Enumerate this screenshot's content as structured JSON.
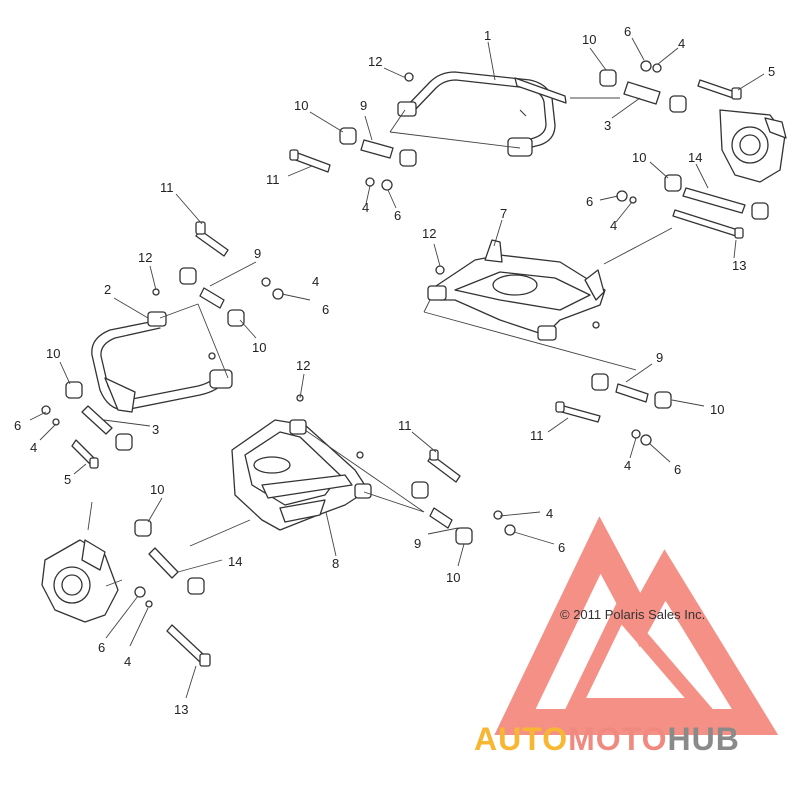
{
  "copyright": "© 2011 Polaris Sales Inc.",
  "watermark": {
    "word_auto": "AUTO",
    "word_moto": "MOTO",
    "word_hub": "HUB",
    "color_auto": "#f7b733",
    "color_moto": "#f08a80",
    "color_hub": "#8a8a8a",
    "logo_color": "#f26b5e"
  },
  "callouts": [
    "1",
    "12",
    "10",
    "6",
    "4",
    "5",
    "9",
    "10",
    "3",
    "11",
    "4",
    "6",
    "10",
    "14",
    "6",
    "4",
    "7",
    "13",
    "12",
    "11",
    "12",
    "9",
    "4",
    "6",
    "2",
    "10",
    "10",
    "6",
    "4",
    "3",
    "5",
    "12",
    "9",
    "10",
    "11",
    "11",
    "4",
    "6",
    "10",
    "4",
    "9",
    "6",
    "8",
    "10",
    "14",
    "10",
    "6",
    "4",
    "13"
  ]
}
